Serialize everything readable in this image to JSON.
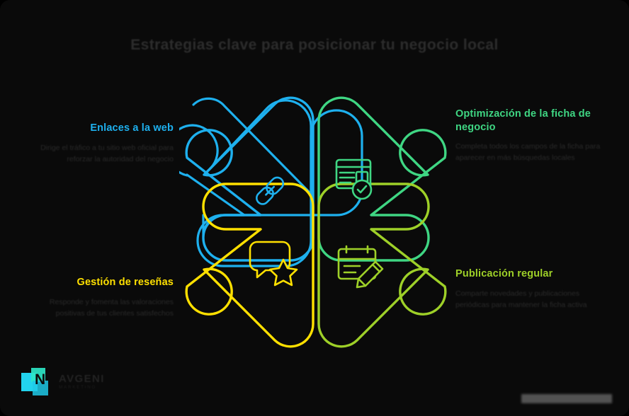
{
  "title": "Estrategias clave para posicionar tu negocio local",
  "colors": {
    "background": "#0a0a0a",
    "cyan": "#1eb0ee",
    "green": "#3fd683",
    "yellow": "#ffe000",
    "lime": "#9ed028",
    "body_text": "#2a2a2a"
  },
  "blocks": {
    "top_left": {
      "heading": "Enlaces a la web",
      "body": "Dirige el tráfico a tu sitio web oficial para reforzar la autoridad del negocio",
      "color": "#1eb0ee",
      "icon": "link-chain-icon"
    },
    "top_right": {
      "heading": "Optimización de la ficha de negocio",
      "body": "Completa todos los campos de la ficha para aparecer en más búsquedas locales",
      "color": "#3fd683",
      "icon": "document-verified-icon"
    },
    "bottom_left": {
      "heading": "Gestión de reseñas",
      "body": "Responde y fomenta las valoraciones positivas de tus clientes satisfechos",
      "color": "#ffe000",
      "icon": "review-star-bubble-icon"
    },
    "bottom_right": {
      "heading": "Publicación regular",
      "body": "Comparte novedades y publicaciones periódicas para mantener la ficha activa",
      "color": "#9ed028",
      "icon": "calendar-pencil-icon"
    }
  },
  "logo": {
    "name": "AVGENI",
    "subtitle": "MARKETING",
    "mark": "navgeni-blocks-logo"
  },
  "footer": {
    "tag": ""
  }
}
